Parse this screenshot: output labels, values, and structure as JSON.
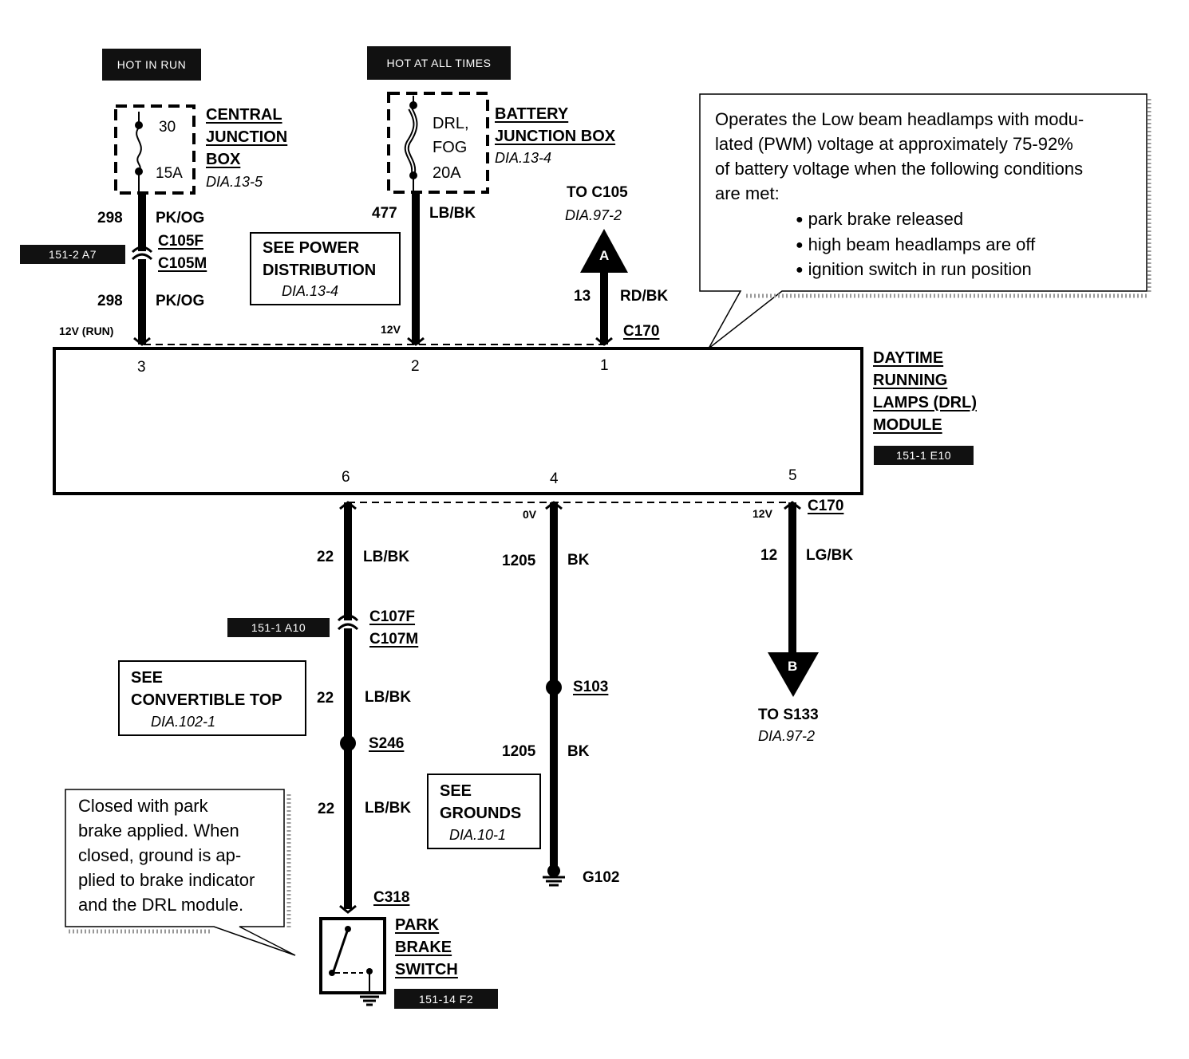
{
  "power_sources": {
    "hot_in_run": "HOT IN RUN",
    "hot_at_all_times": "HOT AT ALL TIMES"
  },
  "central_junction_box": {
    "fuse_number": "30",
    "fuse_rating": "15A",
    "name_line1": "CENTRAL",
    "name_line2": "JUNCTION",
    "name_line3": "BOX",
    "ref": "DIA.13-5"
  },
  "battery_junction_box": {
    "fuse_name_line1": "DRL,",
    "fuse_name_line2": "FOG",
    "fuse_rating": "20A",
    "name_line1": "BATTERY",
    "name_line2": "JUNCTION BOX",
    "ref": "DIA.13-4"
  },
  "locator_tags": {
    "c105": "151-2 A7",
    "drl_module": "151-1 E10",
    "c107": "151-1 A10",
    "park_brake_switch": "151-14 F2"
  },
  "circuits": {
    "c298_num": "298",
    "c298_color": "PK/OG",
    "c298_num_b": "298",
    "c298_color_b": "PK/OG",
    "c477_num": "477",
    "c477_color": "LB/BK",
    "c13_num": "13",
    "c13_color": "RD/BK",
    "c22_num_a": "22",
    "c22_color_a": "LB/BK",
    "c22_num_b": "22",
    "c22_color_b": "LB/BK",
    "c22_num_c": "22",
    "c22_color_c": "LB/BK",
    "c1205_num_a": "1205",
    "c1205_color_a": "BK",
    "c1205_num_b": "1205",
    "c1205_color_b": "BK",
    "c12_num": "12",
    "c12_color": "LG/BK"
  },
  "connectors": {
    "c105f": "C105F",
    "c105m": "C105M",
    "c170_top": "C170",
    "c170_bottom": "C170",
    "c107f": "C107F",
    "c107m": "C107M",
    "c318": "C318"
  },
  "voltages": {
    "pin3": "12V (RUN)",
    "pin2": "12V",
    "pin4": "0V",
    "pin5": "12V"
  },
  "module": {
    "pin3": "3",
    "pin2": "2",
    "pin1": "1",
    "pin6": "6",
    "pin4": "4",
    "pin5": "5",
    "name_line1": "DAYTIME",
    "name_line2": "RUNNING",
    "name_line3": "LAMPS (DRL)",
    "name_line4": "MODULE"
  },
  "see_power": {
    "line1": "SEE POWER",
    "line2": "DISTRIBUTION",
    "ref": "DIA.13-4"
  },
  "see_convertible": {
    "line1": "SEE",
    "line2": "CONVERTIBLE TOP",
    "ref": "DIA.102-1"
  },
  "see_grounds": {
    "line1": "SEE",
    "line2": "GROUNDS",
    "ref": "DIA.10-1"
  },
  "offpage": {
    "a_letter": "A",
    "a_to": "TO C105",
    "a_ref": "DIA.97-2",
    "b_letter": "B",
    "b_to": "TO S133",
    "b_ref": "DIA.97-2"
  },
  "splices": {
    "s103": "S103",
    "s246": "S246"
  },
  "ground": {
    "g102": "G102"
  },
  "park_brake_switch": {
    "line1": "PARK",
    "line2": "BRAKE",
    "line3": "SWITCH"
  },
  "callout_top": {
    "line1": "Operates the Low beam headlamps with modu-",
    "line2": "lated (PWM) voltage at approximately 75-92%",
    "line3": "of battery voltage when the following conditions",
    "line4": "are met:",
    "bullets": [
      "park brake released",
      "high beam headlamps are off",
      "ignition switch in run position"
    ]
  },
  "callout_bottom": {
    "line1": "Closed with park",
    "line2": "brake applied.  When",
    "line3": "closed, ground is ap-",
    "line4": "plied to brake indicator",
    "line5": "and the DRL module."
  }
}
